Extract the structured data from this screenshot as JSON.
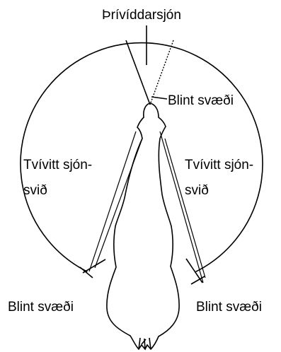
{
  "labels": {
    "binocular": "Þrívíddarsjón",
    "blind_top": "Blint svæði",
    "left_field_1": "Tvívitt sjón-",
    "left_field_2": "svið",
    "right_field_1": "Tvívitt sjón-",
    "right_field_2": "svið",
    "blind_left": "Blint svæði",
    "blind_right": "Blint svæði"
  }
}
